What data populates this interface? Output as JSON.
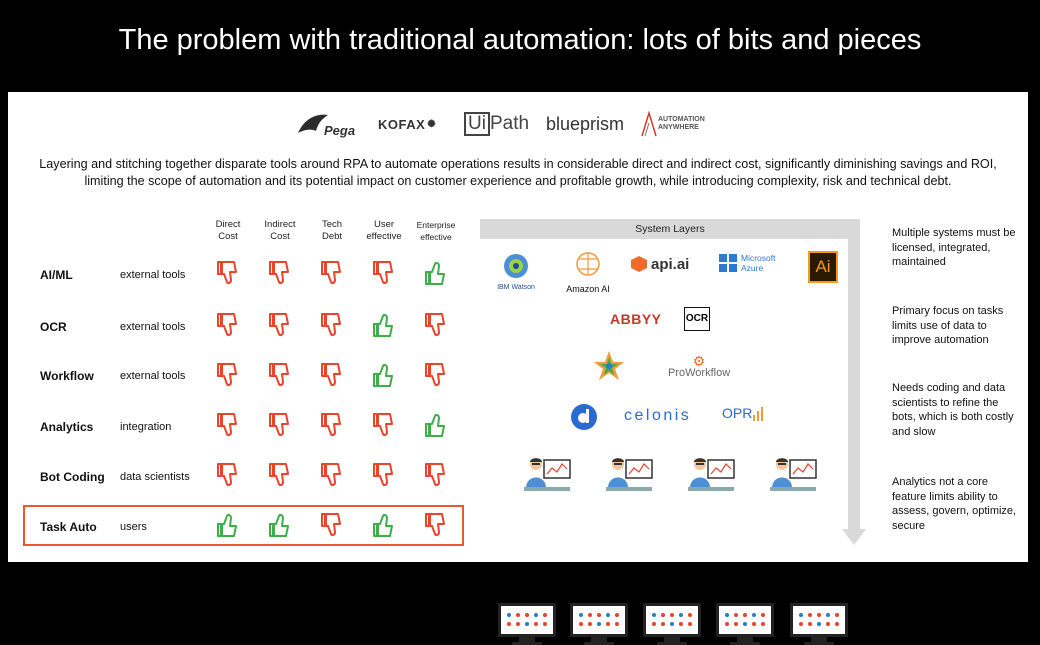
{
  "title": "The problem with traditional automation: lots of bits and pieces",
  "vendors": [
    {
      "name": "Pega",
      "icon": "pega-logo"
    },
    {
      "name": "KOFAX",
      "icon": "kofax-logo"
    },
    {
      "name": "UiPath",
      "icon": "uipath-logo"
    },
    {
      "name": "blueprism",
      "icon": "blueprism-logo"
    },
    {
      "name": "AUTOMATION ANYWHERE",
      "icon": "automation-anywhere-logo"
    }
  ],
  "intro": "Layering and stitching together disparate tools around RPA to automate operations results in considerable direct and indirect cost, significantly diminishing savings and ROI, limiting the scope of automation and its potential impact on customer experience and profitable growth, while introducing complexity, risk and technical debt.",
  "columns": [
    [
      "Direct",
      "Cost"
    ],
    [
      "Indirect",
      "Cost"
    ],
    [
      "Tech",
      "Debt"
    ],
    [
      "User",
      "effective"
    ],
    [
      "Enterprise",
      "effective"
    ]
  ],
  "rows": [
    {
      "name": "AI/ML",
      "source": "external tools",
      "ratings": [
        "down",
        "down",
        "down",
        "down",
        "up"
      ]
    },
    {
      "name": "OCR",
      "source": "external tools",
      "ratings": [
        "down",
        "down",
        "down",
        "up",
        "down"
      ]
    },
    {
      "name": "Workflow",
      "source": "external tools",
      "ratings": [
        "down",
        "down",
        "down",
        "up",
        "down"
      ]
    },
    {
      "name": "Analytics",
      "source": "integration",
      "ratings": [
        "down",
        "down",
        "down",
        "down",
        "up"
      ]
    },
    {
      "name": "Bot Coding",
      "source": "data scientists",
      "ratings": [
        "down",
        "down",
        "down",
        "down",
        "down"
      ]
    },
    {
      "name": "Task Auto",
      "source": "users",
      "ratings": [
        "up",
        "up",
        "down",
        "up",
        "down"
      ]
    }
  ],
  "system_layers": {
    "label": "System Layers",
    "ai_ml": [
      "IBM Watson",
      "Amazon AI",
      "api.ai",
      "Microsoft Azure",
      "Ai"
    ],
    "ocr": [
      "ABBYY",
      "OCR"
    ],
    "workflow": [
      "ProWorkflow"
    ],
    "analytics": [
      "celonis",
      "OPR"
    ]
  },
  "notes": [
    "Multiple systems must be licensed, integrated, maintained",
    "Primary focus on tasks limits use of data to improve automation",
    "Needs coding and data scientists to refine the bots, which is both costly and slow",
    "Analytics not a core feature limits ability to assess, govern, optimize, secure"
  ],
  "colors": {
    "down": "#e8452c",
    "up": "#3fae4a",
    "highlight": "#e85b2a",
    "layer_bar": "#d9d9d9"
  }
}
